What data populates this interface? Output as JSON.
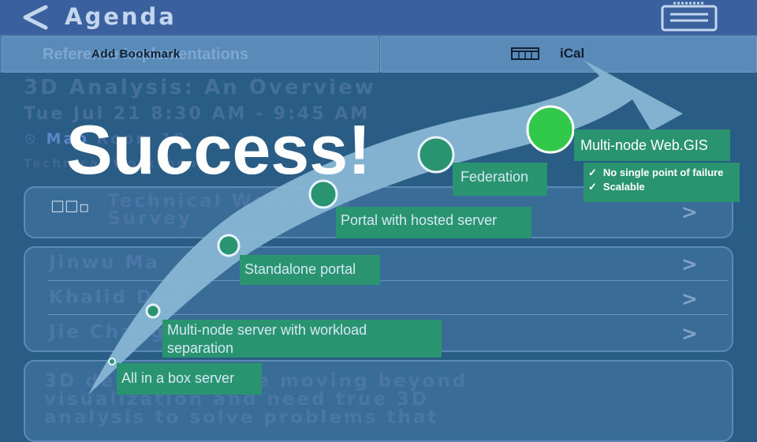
{
  "app_header": {
    "title": "Agenda",
    "back_icon": "chevron-left-icon",
    "notes_icon": "notes-icon"
  },
  "toolbar": {
    "reference_label": "Reference Implementations",
    "left_label": "Add Bookmark",
    "right_label": "iCal",
    "calendar_icon": "calendar-icon"
  },
  "session": {
    "title": "3D Analysis: An Overview",
    "time": "Tue Jul 21 8:30 AM - 9:45 AM",
    "map_icon": "location-pin-icon",
    "map_label": "Map",
    "room": "Room 10",
    "type": "Technical Workshop"
  },
  "survey_card": {
    "icon": "survey-icon",
    "line1": "Technical Workshop",
    "line2": "Survey"
  },
  "speakers": [
    "Jinwu Ma",
    "Khalid Duri",
    "Jie Chang"
  ],
  "description": [
    "3D developers are moving beyond",
    "visualization and need true 3D",
    "analysis to solve problems that"
  ],
  "slide": {
    "headline": "Success!",
    "steps": [
      "All in a box server",
      "Multi-node server with workload separation",
      "Standalone portal",
      "Portal with hosted server",
      "Federation",
      "Multi-node Web.GIS"
    ],
    "features": [
      "No single point of failure",
      "Scalable"
    ],
    "check_glyph": "✓"
  },
  "colors": {
    "header": "#3a619e",
    "toolbar": "#497aa8",
    "background": "#2a5d86",
    "label_fill": "#2a9470",
    "arrow": "#87b6d4"
  }
}
